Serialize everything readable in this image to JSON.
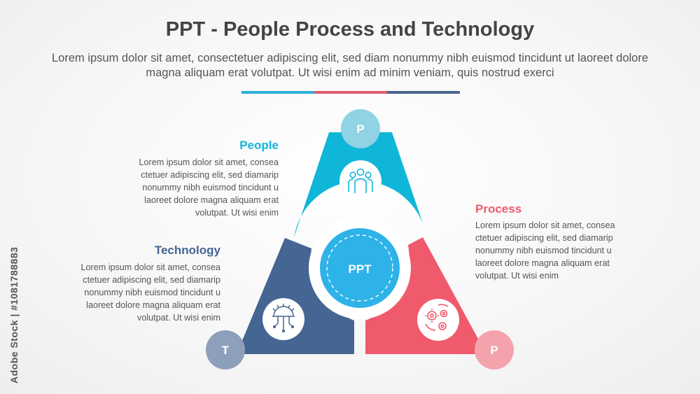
{
  "title": "PPT - People Process and Technology",
  "subtitle": "Lorem ipsum dolor sit amet, consectetuer adipiscing elit, sed diam nonummy nibh euismod tincidunt ut laoreet dolore magna aliquam erat volutpat. Ut wisi enim ad minim veniam, quis nostrud exerci",
  "colors": {
    "people": "#10b6d8",
    "process": "#ef5a6c",
    "technology": "#456592",
    "center": "#2eb3e8"
  },
  "center_label": "PPT",
  "sections": {
    "people": {
      "title": "People",
      "badge": "P",
      "icon": "people-group-icon",
      "body": [
        "Lorem ipsum dolor sit amet, consea",
        "ctetuer adipiscing elit, sed diamarip",
        "nonummy nibh euismod tincidunt u",
        "laoreet dolore magna aliquam erat",
        "volutpat. Ut wisi enim"
      ]
    },
    "process": {
      "title": "Process",
      "badge": "P",
      "icon": "gears-cycle-icon",
      "body": [
        "Lorem ipsum dolor sit amet, consea",
        "ctetuer adipiscing elit, sed diamarip",
        "nonummy nibh euismod tincidunt u",
        "laoreet dolore magna aliquam erat",
        "volutpat. Ut wisi enim"
      ]
    },
    "technology": {
      "title": "Technology",
      "badge": "T",
      "icon": "circuit-gear-icon",
      "body": [
        "Lorem ipsum dolor sit amet, consea",
        "ctetuer adipiscing elit, sed diamarip",
        "nonummy nibh euismod tincidunt u",
        "laoreet dolore magna aliquam erat",
        "volutpat. Ut wisi enim"
      ]
    }
  },
  "watermark": "Adobe Stock | #1081788883"
}
